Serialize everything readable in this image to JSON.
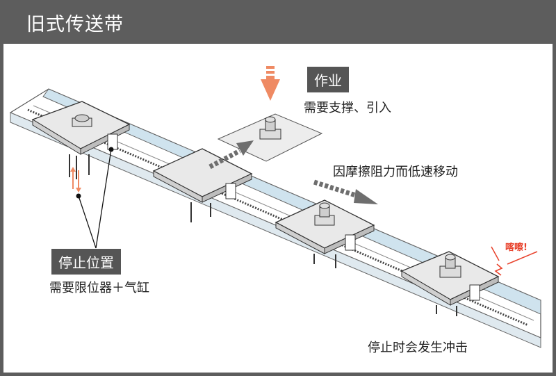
{
  "header": {
    "title": "旧式传送带"
  },
  "labels": {
    "work_tag": "作业",
    "work_note": "需要支撑、引入",
    "friction_note": "因摩擦阻力而低速移动",
    "stop_tag": "停止位置",
    "stop_note": "需要限位器＋气缸",
    "impact_note": "停止时会发生冲击",
    "sound_effect": "喀嚓!"
  },
  "colors": {
    "header_bg": "#5d5d5d",
    "arrow_orange": "#ef8a63",
    "arrow_gray": "#6e6e6e",
    "alert_red": "#e8412b"
  }
}
